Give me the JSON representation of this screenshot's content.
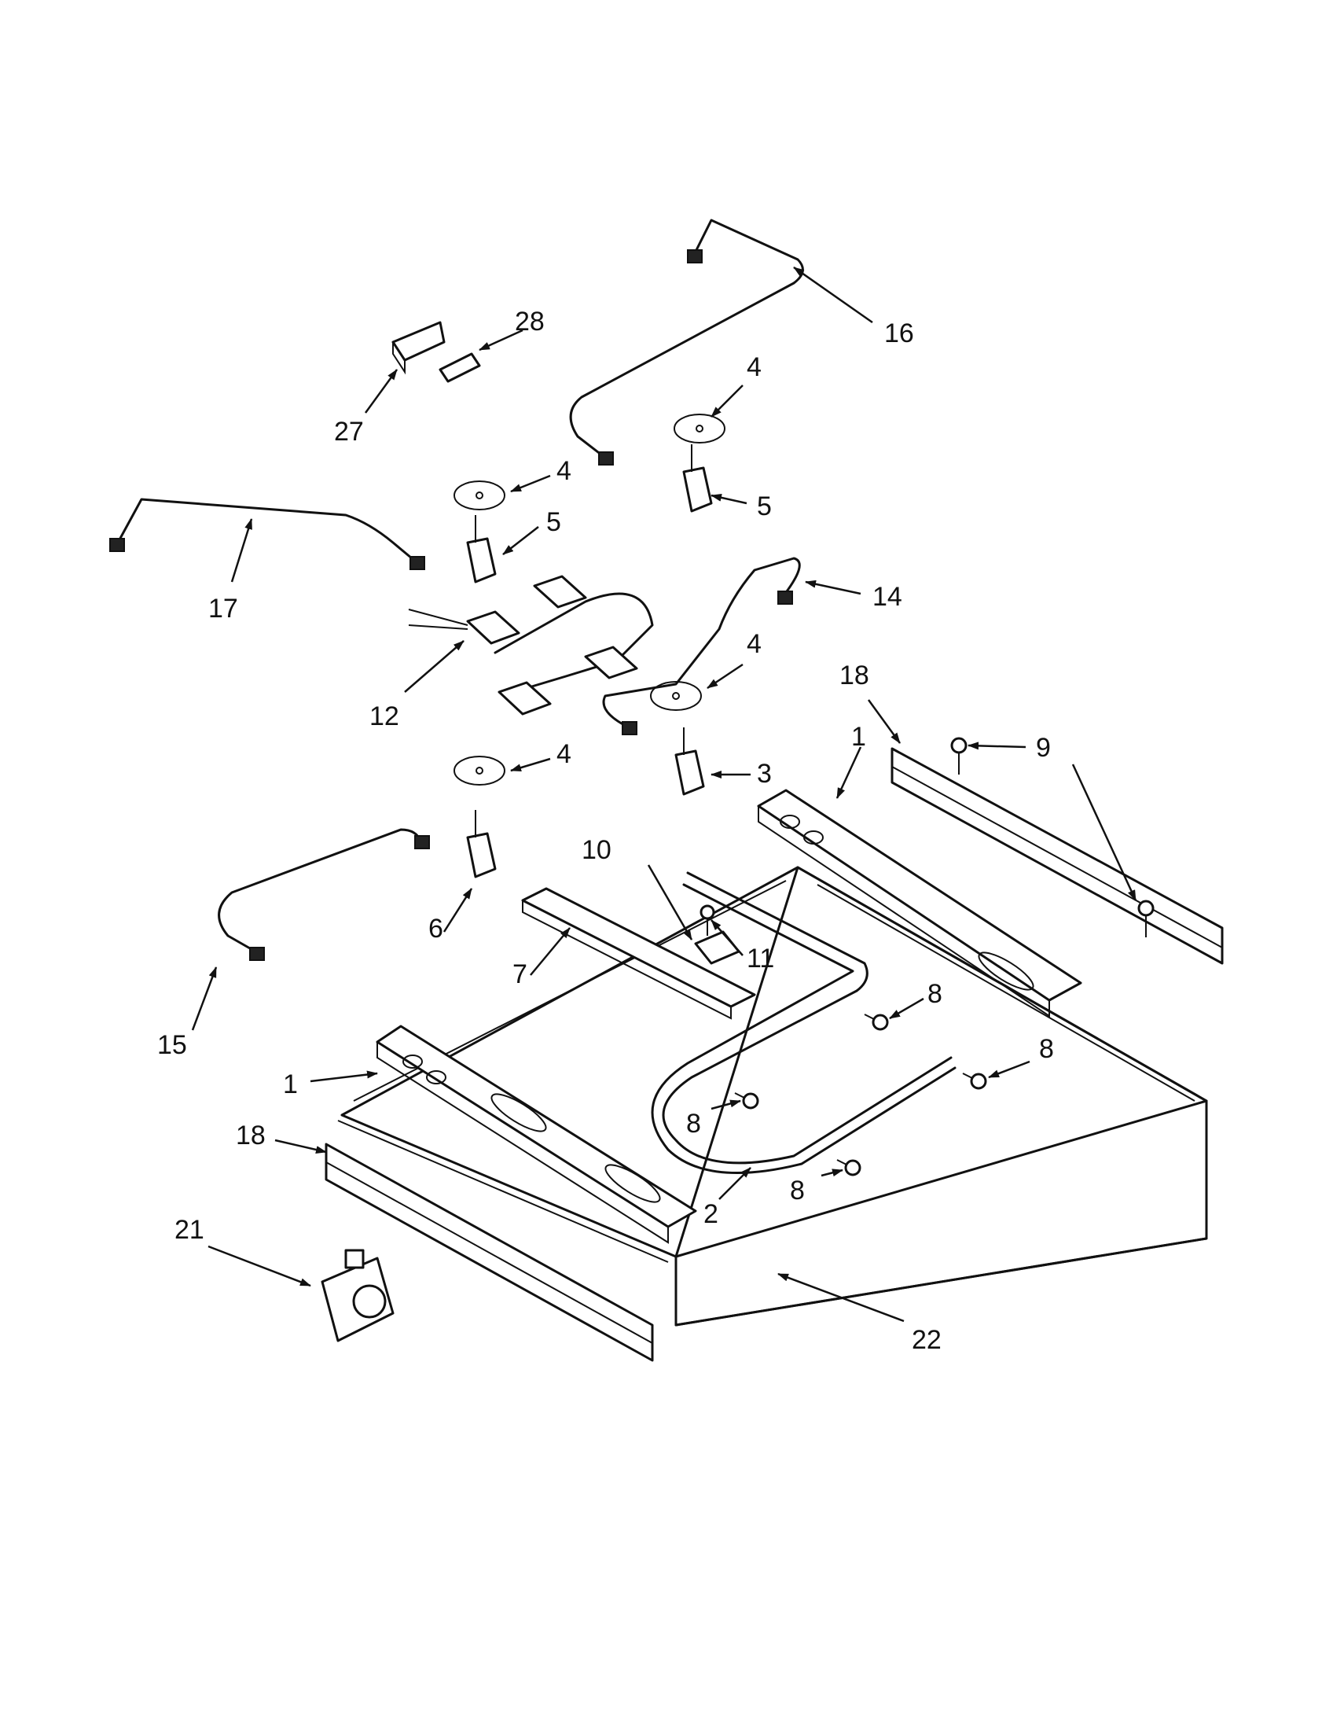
{
  "labels": {
    "n1a": "1",
    "n1b": "1",
    "n2": "2",
    "n3": "3",
    "n4a": "4",
    "n4b": "4",
    "n4c": "4",
    "n4d": "4",
    "n5a": "5",
    "n5b": "5",
    "n6": "6",
    "n7": "7",
    "n8a": "8",
    "n8b": "8",
    "n8c": "8",
    "n8d": "8",
    "n9": "9",
    "n10": "10",
    "n11": "11",
    "n12": "12",
    "n14": "14",
    "n15": "15",
    "n16": "16",
    "n17": "17",
    "n18a": "18",
    "n18b": "18",
    "n21": "21",
    "n22": "22",
    "n27": "27",
    "n28": "28"
  }
}
